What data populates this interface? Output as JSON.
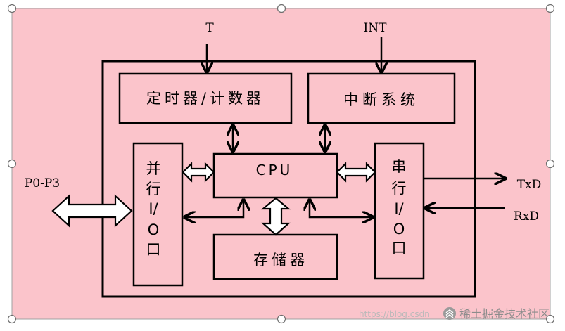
{
  "diagram": {
    "colors": {
      "canvas": "#fbc4cb",
      "stroke": "#000000",
      "block_fill": "#fbc4cb",
      "handle_fill": "#ffffff",
      "watermark": "#a0a0a0"
    },
    "external_signals": {
      "timer_input": "T",
      "interrupt_input": "INT",
      "parallel_port": "P0-P3",
      "serial_transmit": "TxD",
      "serial_receive": "RxD"
    },
    "blocks": {
      "timer_counter": "定时器/计数器",
      "interrupt_system": "中断系统",
      "cpu": "CPU",
      "parallel_io": [
        "并",
        "行",
        "I/",
        "O",
        "口"
      ],
      "serial_io": [
        "串",
        "行",
        "I/",
        "O",
        "口"
      ],
      "memory": "存储器"
    },
    "watermark": {
      "url_text": "https://blog.csdn",
      "brand_text": "稀土掘金技术社区",
      "brand_icon": "juejin-logo-icon"
    }
  }
}
